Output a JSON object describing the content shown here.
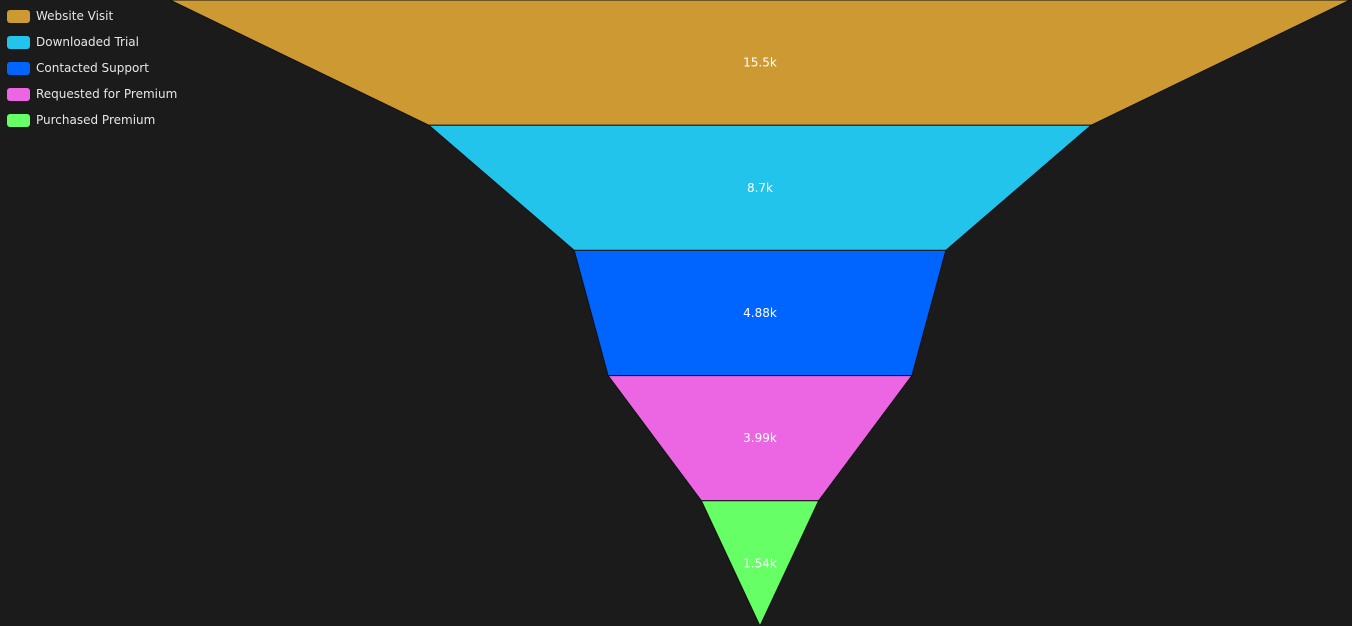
{
  "chart_data": {
    "type": "funnel",
    "categories": [
      "Website Visit",
      "Downloaded Trial",
      "Contacted Support",
      "Requested for Premium",
      "Purchased Premium"
    ],
    "values": [
      15500,
      8700,
      4880,
      3990,
      1540
    ],
    "value_labels": [
      "15.5k",
      "8.7k",
      "4.88k",
      "3.99k",
      "1.54k"
    ],
    "colors": [
      "#cc9933",
      "#22c4ec",
      "#0064ff",
      "#ec66e4",
      "#66ff66"
    ],
    "legend_position": "top-left",
    "background": "#1b1b1b"
  },
  "legend": {
    "items": [
      {
        "label": "Website Visit",
        "color": "#cc9933"
      },
      {
        "label": "Downloaded Trial",
        "color": "#22c4ec"
      },
      {
        "label": "Contacted Support",
        "color": "#0064ff"
      },
      {
        "label": "Requested for Premium",
        "color": "#ec66e4"
      },
      {
        "label": "Purchased Premium",
        "color": "#66ff66"
      }
    ]
  }
}
